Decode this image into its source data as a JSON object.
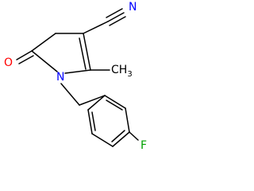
{
  "molecule": {
    "atoms": {
      "nitrile_n": "N",
      "carbonyl_o": "O",
      "ring_n": "N",
      "methyl": "CH",
      "methyl_subscript": "3",
      "fluorine": "F"
    },
    "colors": {
      "bond": "#000000",
      "nitrogen": "#0000ff",
      "oxygen": "#ff0000",
      "fluorine": "#00a000",
      "carbon": "#000000"
    }
  }
}
